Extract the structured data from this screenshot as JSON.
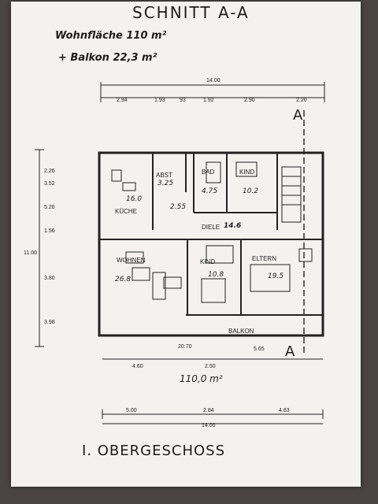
{
  "header": {
    "title": "SCHNITT A-A",
    "living_area": "Wohnfläche 110 m²",
    "balcony_area": "+ Balkon   22,3 m²"
  },
  "dimensions": {
    "top_total": "14.00",
    "top_segments": [
      "2.94",
      "1.93",
      "93",
      "1.92",
      "2.90",
      "2.20"
    ],
    "bottom_total": "14.00",
    "bottom_segments": [
      "5.00",
      "2.84",
      "4.83"
    ],
    "left_side": [
      "2.26",
      "3.52",
      "5.26",
      "1.56",
      "11.00",
      "3.80",
      "3.98"
    ],
    "bottom_row": [
      "4.60",
      "2.50",
      "5.65",
      "20.70"
    ],
    "total_area": "110,0 m²"
  },
  "rooms": {
    "kueche": {
      "label": "KÜCHE",
      "area": "16.0"
    },
    "abst": {
      "label": "ABST",
      "area": "3.25"
    },
    "bad": {
      "label": "BAD",
      "area": "4.75"
    },
    "kind1": {
      "label": "KIND",
      "area": "10.2"
    },
    "diele": {
      "label": "DIELE",
      "area": "14.6"
    },
    "flur": {
      "area": "2.55"
    },
    "wohnen": {
      "label": "WOHNEN",
      "area": "26.8"
    },
    "kind2": {
      "label": "KIND",
      "area": "10.8"
    },
    "eltern": {
      "label": "ELTERN",
      "area": "19.5"
    },
    "balkon": {
      "label": "BALKON"
    }
  },
  "section_marks": [
    "A",
    "A"
  ],
  "footer": {
    "floor_name": "I. OBERGESCHOSS"
  }
}
